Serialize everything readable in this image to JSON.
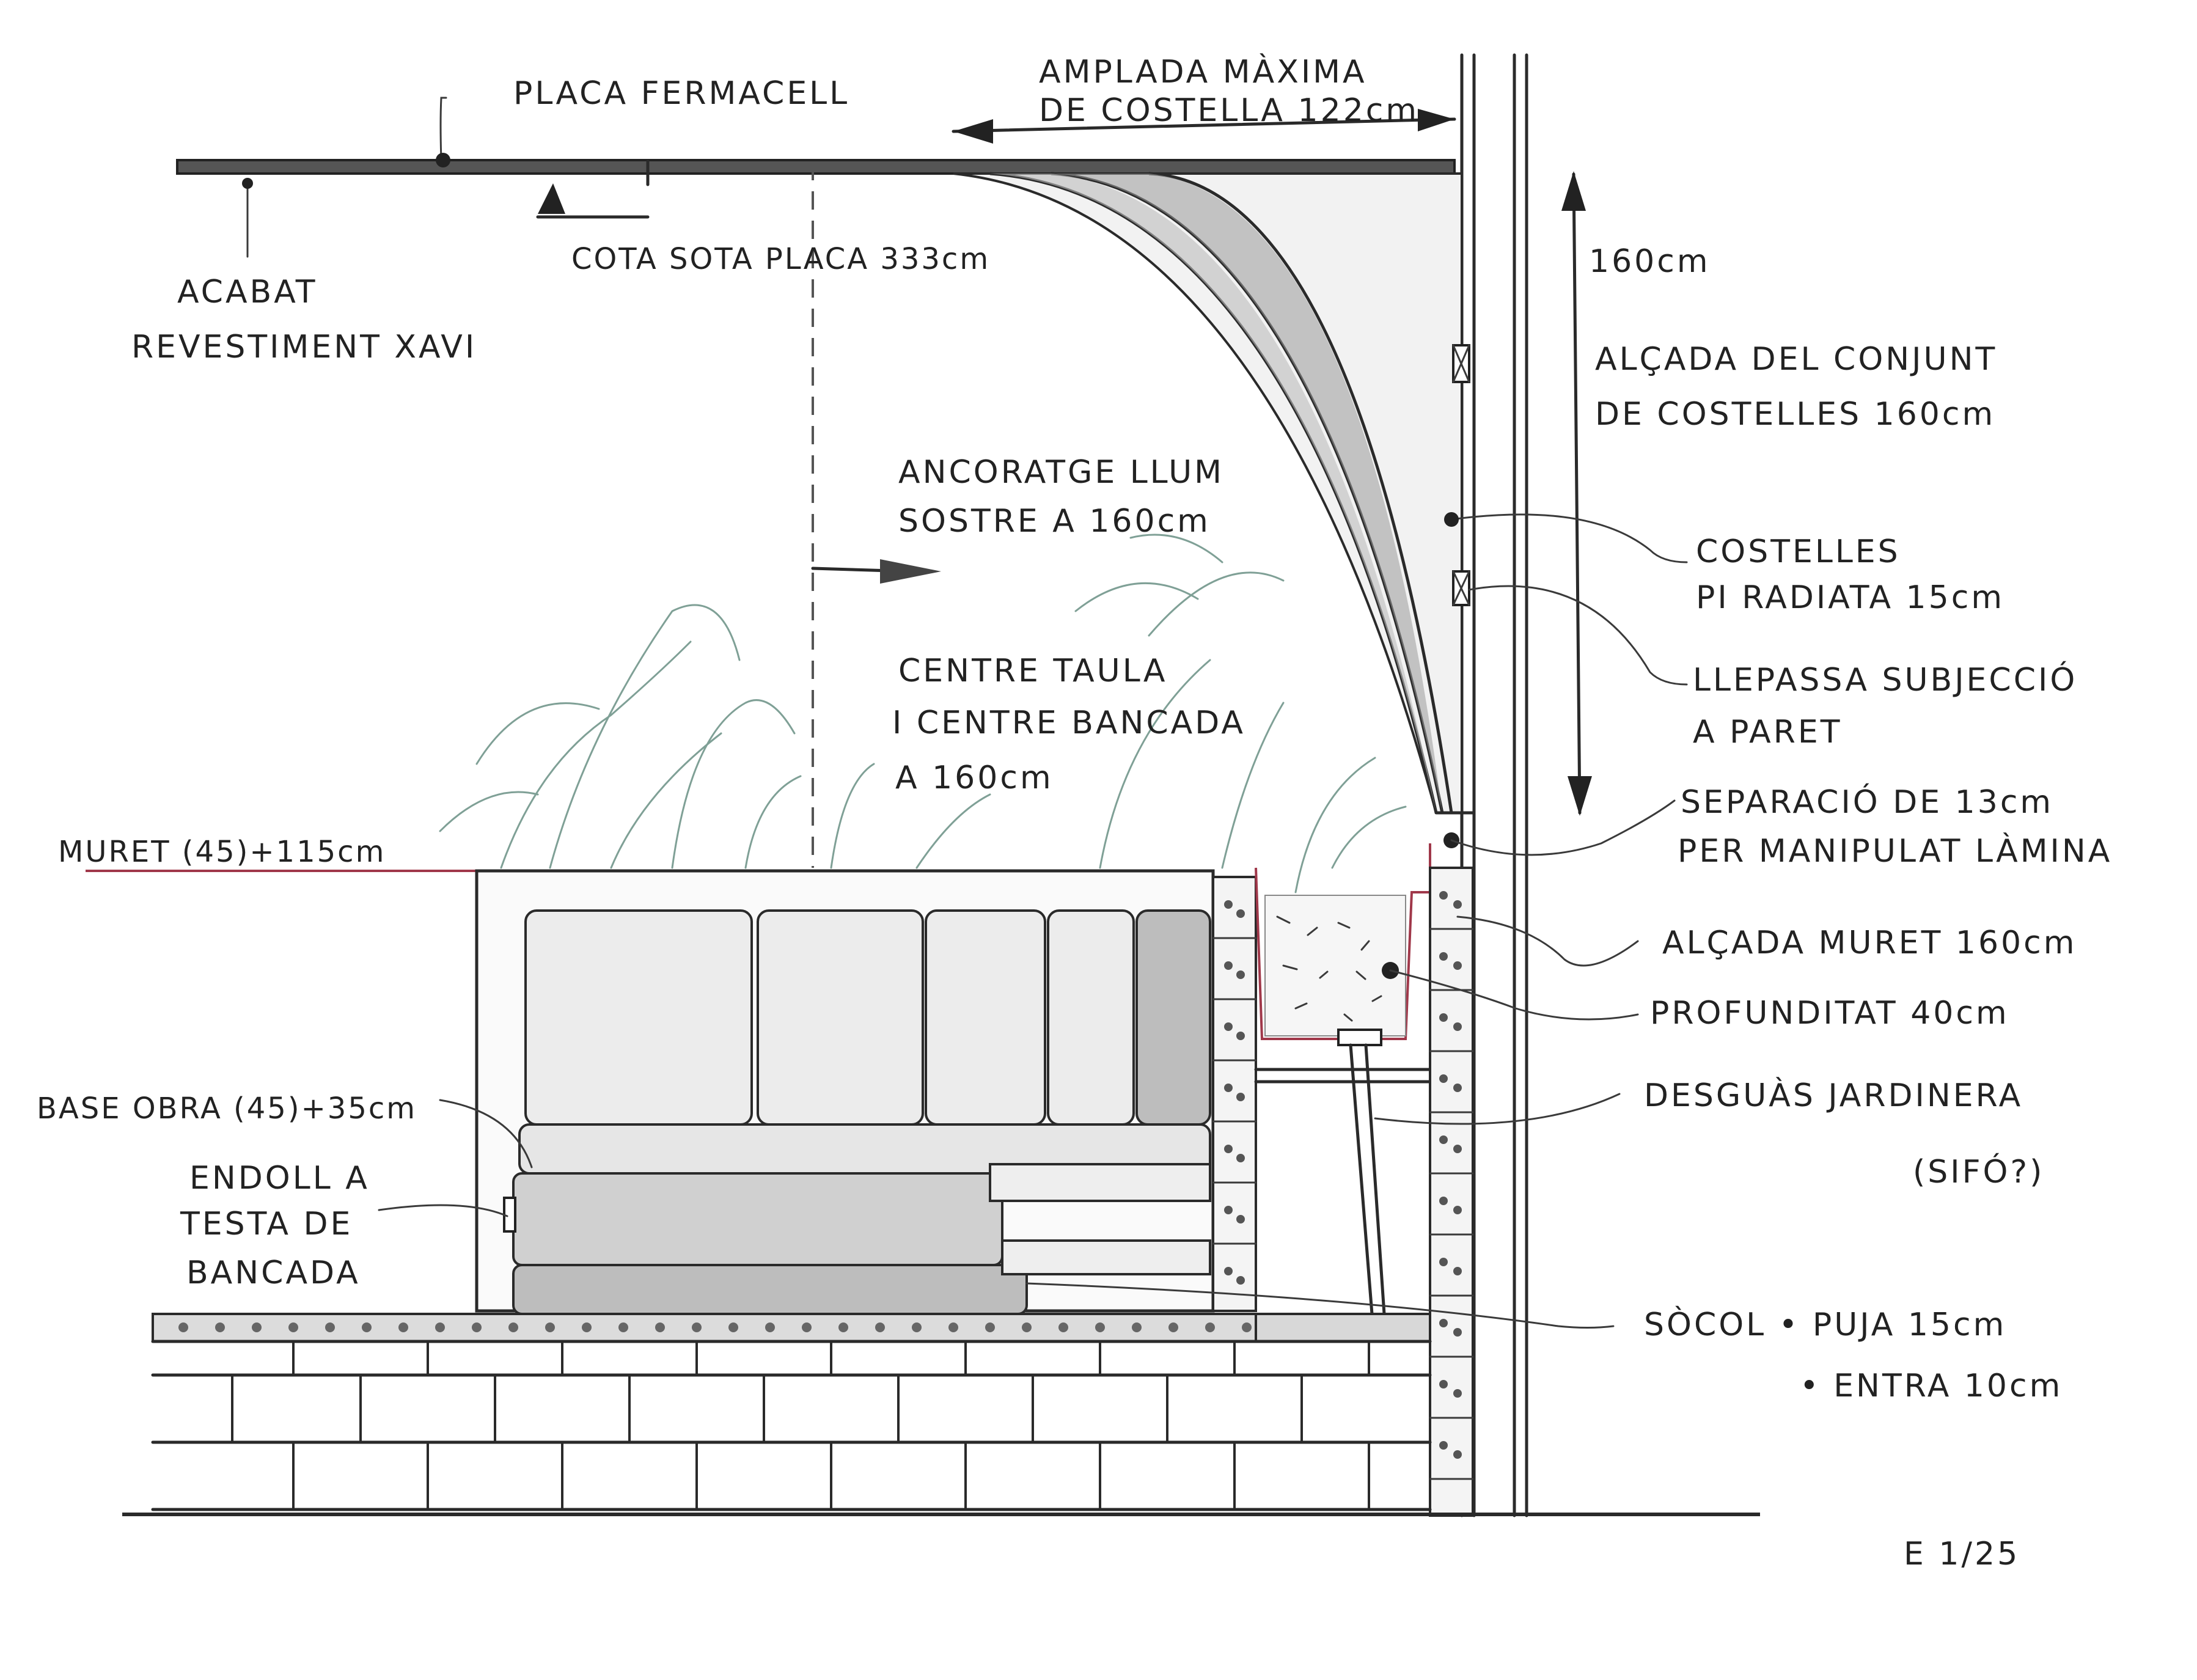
{
  "labels": {
    "placa_fermacell": "PLACA FERMACELL",
    "amplada_1": "AMPLADA MÀXIMA",
    "amplada_2": "DE COSTELLA 122cm",
    "acabat_1": "ACABAT",
    "acabat_2": "REVESTIMENT XAVI",
    "cota": "COTA SOTA PLACA 333cm",
    "alcada_160": "160cm",
    "conjunt_1": "ALÇADA DEL CONJUNT",
    "conjunt_2": "DE COSTELLES 160cm",
    "ancoratge_1": "ANCORATGE LLUM",
    "ancoratge_2": "SOSTRE A 160cm",
    "costelles_1": "COSTELLES",
    "costelles_2": "PI RADIATA 15cm",
    "llepassa_1": "LLEPASSA SUBJECCIÓ",
    "llepassa_2": "A PARET",
    "centre_1": "CENTRE TAULA",
    "centre_2": "I CENTRE BANCADA",
    "centre_3": "A 160cm",
    "separacio_1": "SEPARACIÓ DE 13cm",
    "separacio_2": "PER MANIPULAT LÀMINA",
    "muret": "MURET (45)+115cm",
    "alcada_muret": "ALÇADA MURET 160cm",
    "profunditat": "PROFUNDITAT 40cm",
    "desguas_1": "DESGUÀS JARDINERA",
    "desguas_2": "(SIFÓ?)",
    "base_obra": "BASE OBRA (45)+35cm",
    "endoll_1": "ENDOLL A",
    "endoll_2": "TESTA DE",
    "endoll_3": "BANCADA",
    "socol_1": "SÒCOL • PUJA 15cm",
    "socol_2": "• ENTRA 10cm",
    "escala": "E 1/25"
  },
  "colors": {
    "ink": "#2a2a2a",
    "plants": "#7fa096",
    "muret_line": "#a0384a"
  }
}
